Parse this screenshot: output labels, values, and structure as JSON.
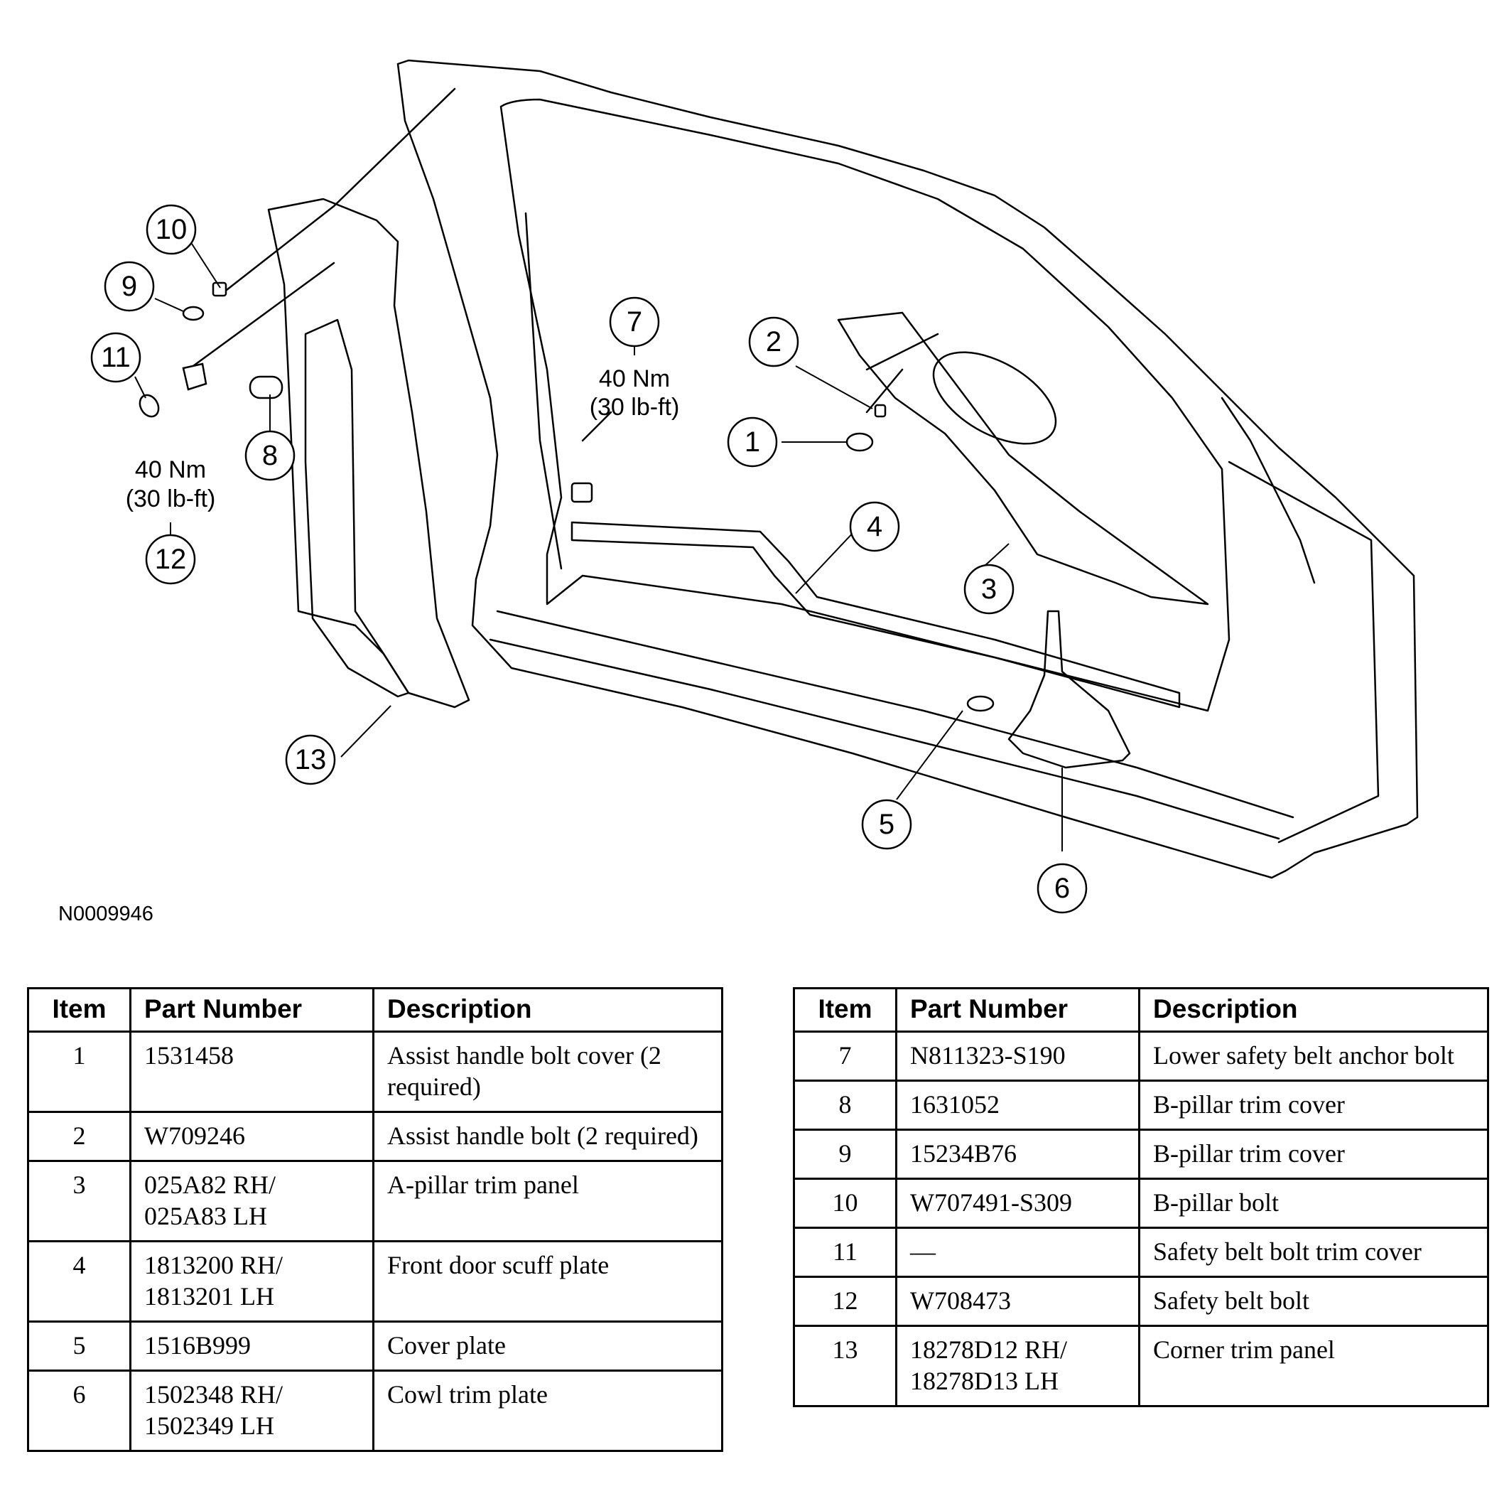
{
  "diagram": {
    "figure_id": "N0009946",
    "callouts": [
      "1",
      "2",
      "3",
      "4",
      "5",
      "6",
      "7",
      "8",
      "9",
      "10",
      "11",
      "12",
      "13"
    ],
    "torque_7": {
      "line1": "40 Nm",
      "line2": "(30 lb-ft)"
    },
    "torque_12": {
      "line1": "40 Nm",
      "line2": "(30 lb-ft)"
    }
  },
  "table_left": {
    "headers": {
      "item": "Item",
      "part": "Part Number",
      "desc": "Description"
    },
    "rows": [
      {
        "item": "1",
        "part": "1531458",
        "desc": "Assist handle bolt cover (2 required)"
      },
      {
        "item": "2",
        "part": "W709246",
        "desc": "Assist handle bolt (2 required)"
      },
      {
        "item": "3",
        "part": "025A82 RH/ 025A83 LH",
        "desc": "A-pillar trim panel"
      },
      {
        "item": "4",
        "part": "1813200 RH/ 1813201 LH",
        "desc": "Front door scuff plate"
      },
      {
        "item": "5",
        "part": "1516B999",
        "desc": "Cover plate"
      },
      {
        "item": "6",
        "part": "1502348 RH/ 1502349 LH",
        "desc": "Cowl trim plate"
      }
    ]
  },
  "table_right": {
    "headers": {
      "item": "Item",
      "part": "Part Number",
      "desc": "Description"
    },
    "rows": [
      {
        "item": "7",
        "part": "N811323-S190",
        "desc": "Lower safety belt anchor bolt"
      },
      {
        "item": "8",
        "part": "1631052",
        "desc": "B-pillar trim cover"
      },
      {
        "item": "9",
        "part": "15234B76",
        "desc": "B-pillar trim cover"
      },
      {
        "item": "10",
        "part": "W707491-S309",
        "desc": "B-pillar bolt"
      },
      {
        "item": "11",
        "part": "—",
        "desc": "Safety belt bolt trim cover"
      },
      {
        "item": "12",
        "part": "W708473",
        "desc": "Safety belt bolt"
      },
      {
        "item": "13",
        "part": "18278D12 RH/ 18278D13 LH",
        "desc": "Corner trim panel"
      }
    ]
  }
}
